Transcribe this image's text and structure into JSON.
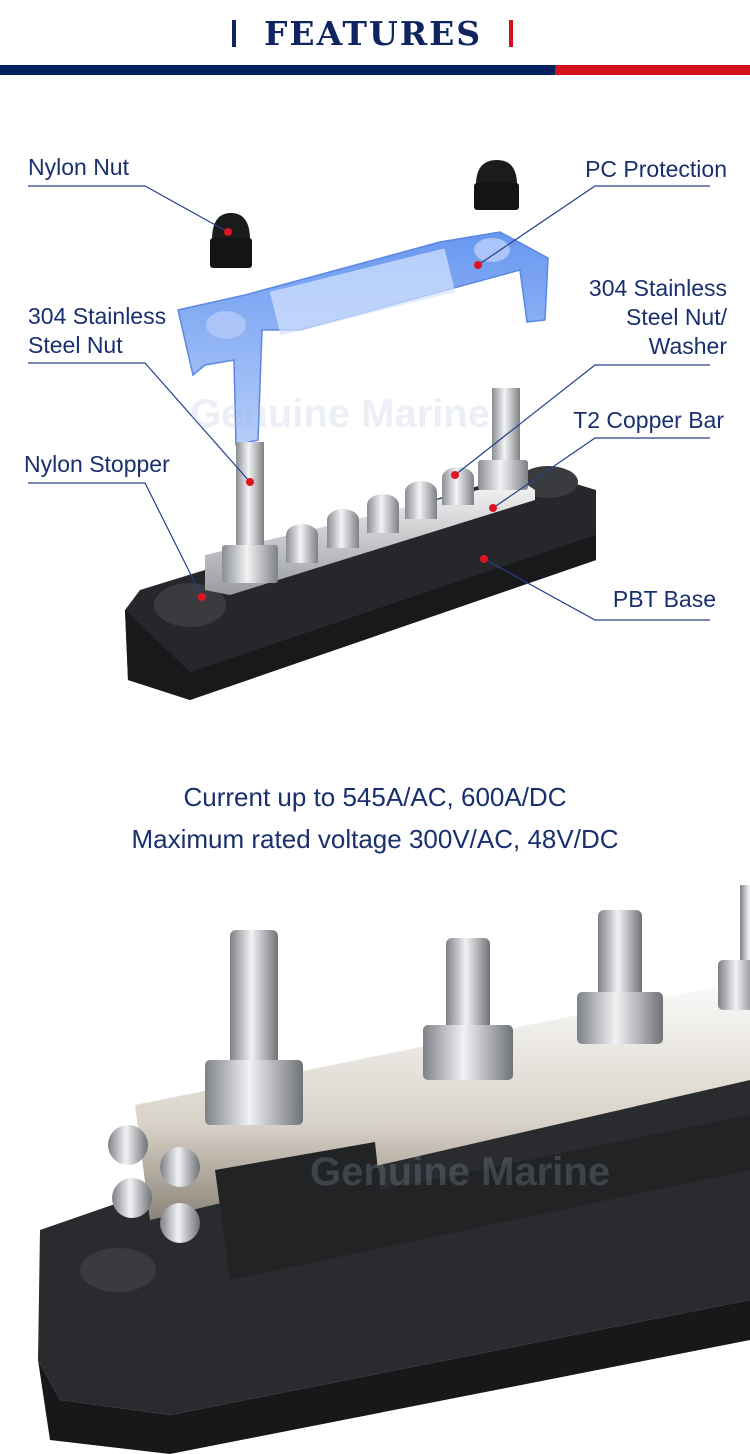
{
  "header": {
    "title": "FEATURES"
  },
  "colors": {
    "navy": "#0f2460",
    "red": "#d0121d",
    "label": "#1a2f6e",
    "pc_blue": "#5b8ff0",
    "base_black": "#1e1f21"
  },
  "exploded_view": {
    "labels": {
      "nylon_nut": "Nylon Nut",
      "pc_protection": "PC Protection",
      "steel_nut_left_1": "304 Stainless",
      "steel_nut_left_2": "Steel Nut",
      "steel_nut_washer_1": "304 Stainless",
      "steel_nut_washer_2": "Steel Nut/",
      "steel_nut_washer_3": "Washer",
      "t2_copper_bar": "T2 Copper Bar",
      "nylon_stopper": "Nylon Stopper",
      "pbt_base": "PBT Base"
    },
    "watermark": "Genuine Marine"
  },
  "specs": {
    "current": "Current up to 545A/AC, 600A/DC",
    "voltage": "Maximum rated voltage 300V/AC, 48V/DC"
  },
  "closeup": {
    "watermark": "Genuine Marine"
  }
}
